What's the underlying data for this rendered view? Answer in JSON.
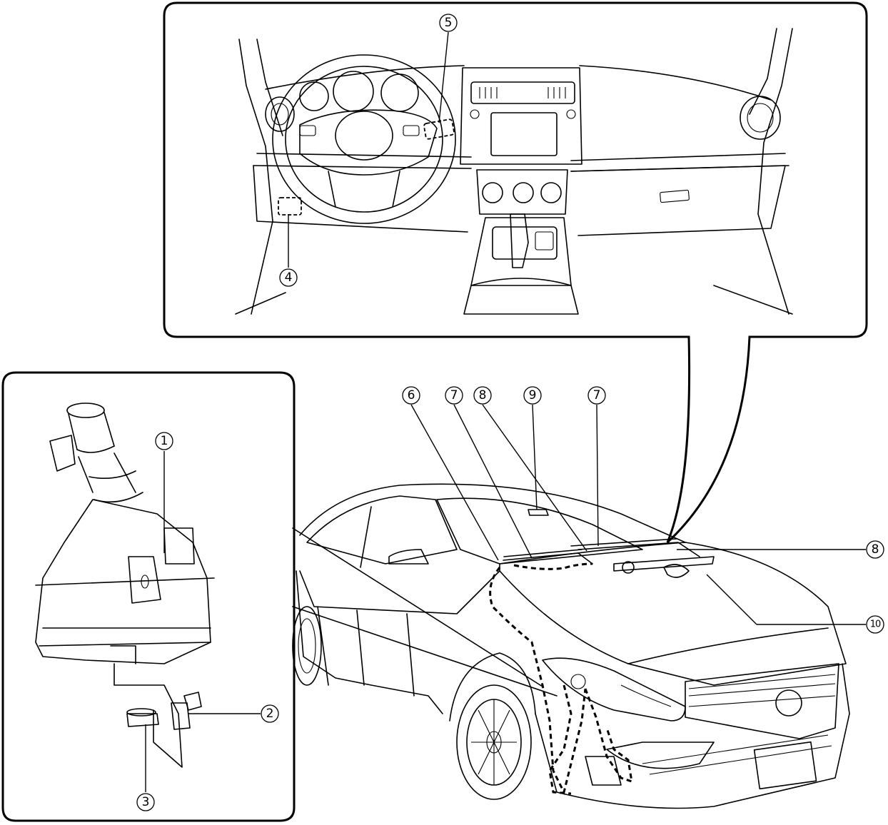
{
  "callouts": {
    "c1": "1",
    "c2": "2",
    "c3": "3",
    "c4": "4",
    "c5": "5",
    "c6": "6",
    "c7a": "7",
    "c8a": "8",
    "c9": "9",
    "c7b": "7",
    "c8b": "8",
    "c10": "10"
  }
}
